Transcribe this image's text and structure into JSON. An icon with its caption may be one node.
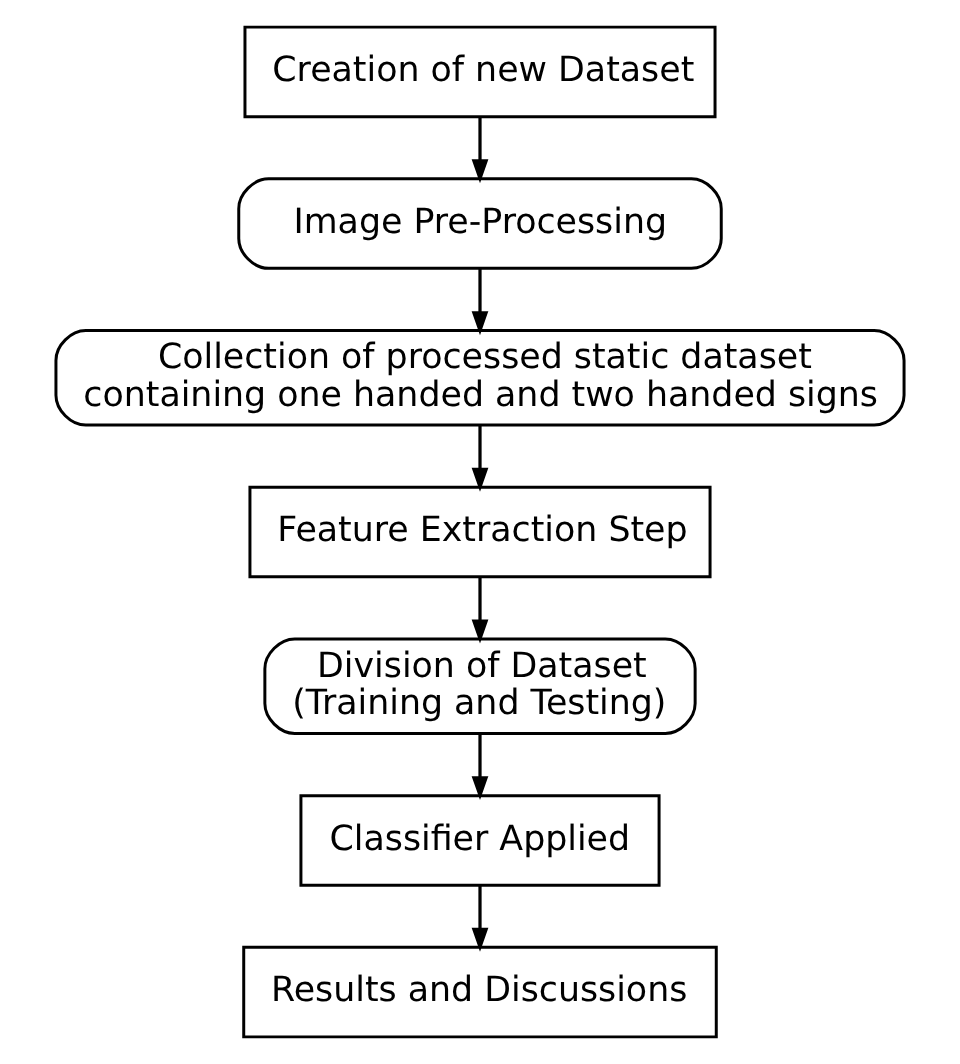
{
  "diagram": {
    "nodes": [
      {
        "text": [
          "Creation of new Dataset"
        ]
      },
      {
        "text": [
          "Image Pre-Processing"
        ]
      },
      {
        "text": [
          "Collection of processed static dataset containing one handed and two handed signs"
        ]
      },
      {
        "text": [
          "Feature Extraction Step"
        ]
      },
      {
        "text": [
          "Division of Dataset (Training and Testing)"
        ]
      },
      {
        "text": [
          "Classifier Applied"
        ]
      },
      {
        "text": [
          "Results and Discussions"
        ]
      }
    ],
    "edges": [
      {
        "from": 0,
        "to": 1,
        "arrow": "to"
      },
      {
        "from": 1,
        "to": 2,
        "arrow": "to"
      },
      {
        "from": 2,
        "to": 3,
        "arrow": "to"
      },
      {
        "from": 3,
        "to": 4,
        "arrow": "to"
      },
      {
        "from": 4,
        "to": 5,
        "arrow": "to"
      },
      {
        "from": 5,
        "to": 6,
        "arrow": "to"
      }
    ]
  }
}
